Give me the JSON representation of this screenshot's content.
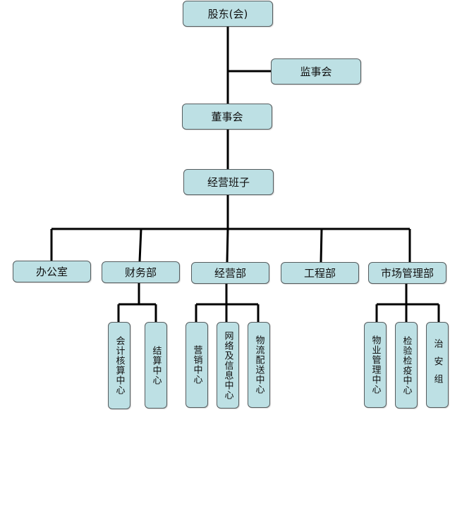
{
  "chart_title": "Organization chart",
  "colors": {
    "box_fill": "#bde0e4",
    "box_border": "#555c5e",
    "connector": "#000000"
  },
  "nodes": {
    "shareholders": "股东(会)",
    "supervisory_board": "监事会",
    "board_of_directors": "董事会",
    "management_team": "经营班子",
    "departments": [
      {
        "id": "office",
        "label": "办公室"
      },
      {
        "id": "finance",
        "label": "财务部",
        "children": [
          "会计核算中心",
          "结算中心"
        ]
      },
      {
        "id": "operations",
        "label": "经营部",
        "children": [
          "营销中心",
          "网络及信息中心",
          "物流配送中心"
        ]
      },
      {
        "id": "engineering",
        "label": "工程部"
      },
      {
        "id": "market",
        "label": "市场管理部",
        "children": [
          "物业管理中心",
          "检验检疫中心",
          "治安组"
        ]
      }
    ]
  }
}
